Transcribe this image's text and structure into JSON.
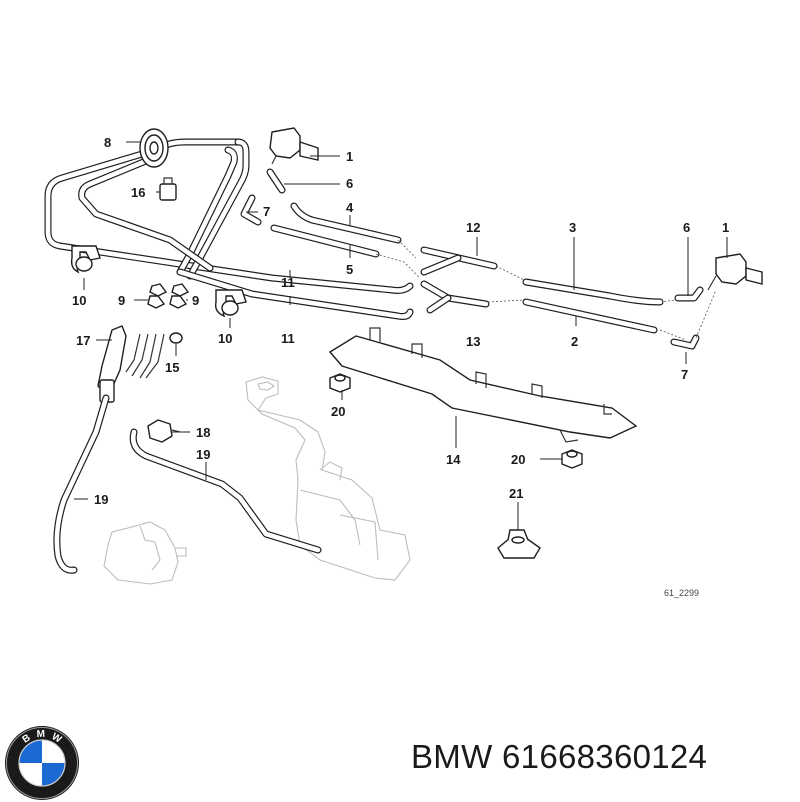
{
  "diagram": {
    "drawing_code": "61_2299",
    "callouts": [
      "1",
      "6",
      "4",
      "7",
      "5",
      "8",
      "16",
      "12",
      "3",
      "6",
      "1",
      "10",
      "9",
      "9",
      "11",
      "10",
      "11",
      "13",
      "2",
      "7",
      "17",
      "15",
      "20",
      "18",
      "14",
      "20",
      "19",
      "21",
      "19"
    ]
  },
  "footer": {
    "brand": "BMW",
    "part_number": "61668360124",
    "logo_letters": [
      "B",
      "M",
      "W"
    ]
  },
  "colors": {
    "logo_blue": "#1c69d4",
    "ink": "#1f1f1f"
  }
}
